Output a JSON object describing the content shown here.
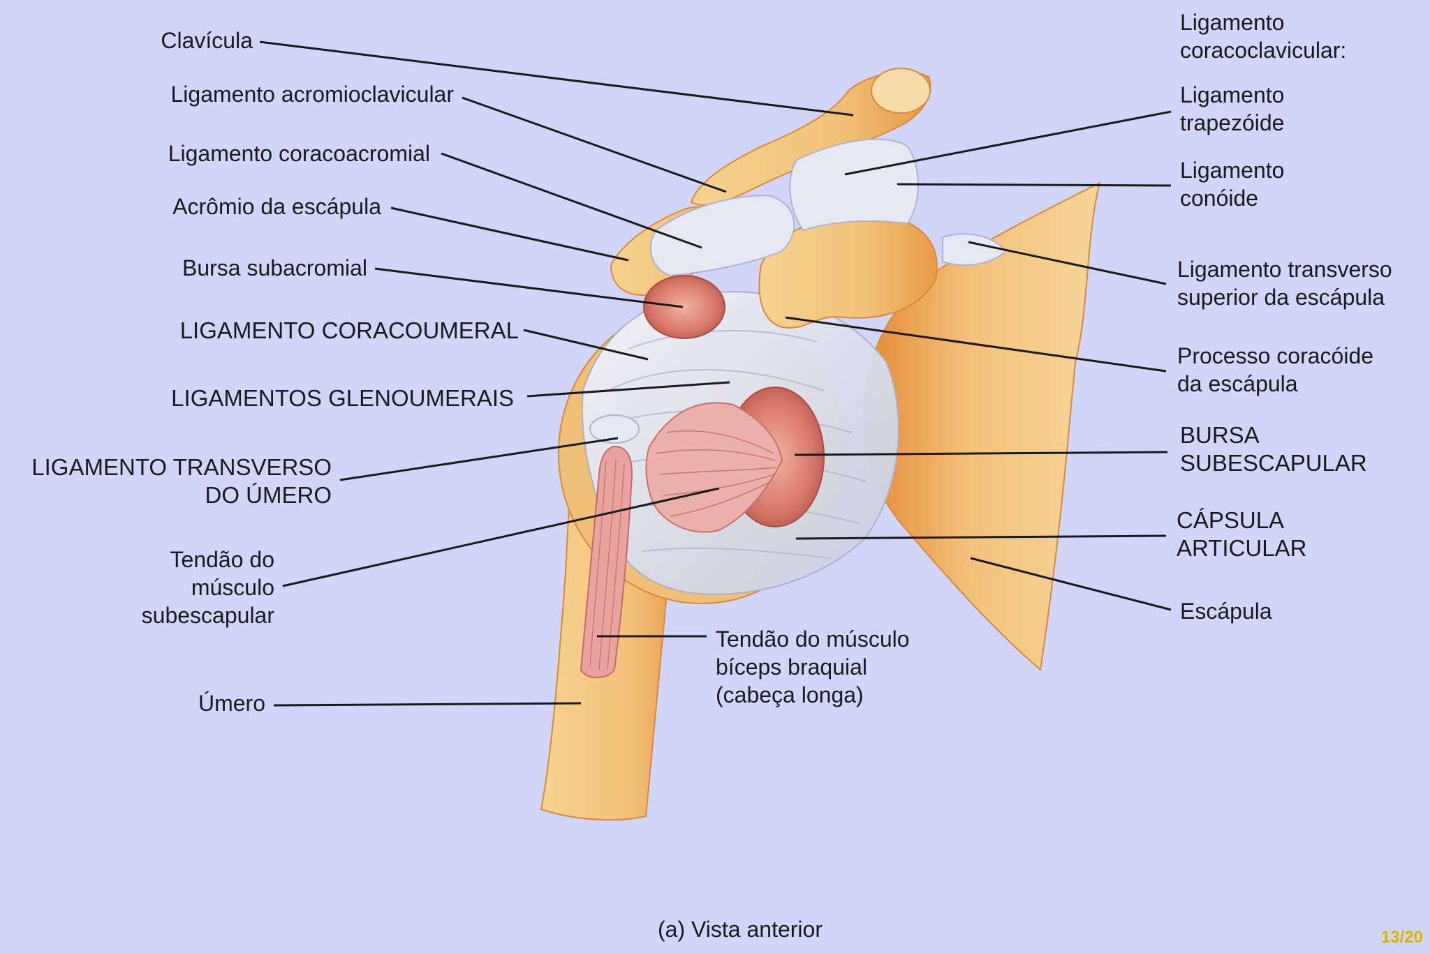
{
  "labels": {
    "clavicula": "Clavícula",
    "lig_acromioclavicular": "Ligamento acromioclavicular",
    "lig_coracoacromial": "Ligamento coracoacromial",
    "acromio": "Acrômio da escápula",
    "bursa_subacromial": "Bursa subacromial",
    "lig_coracoumeral": "LIGAMENTO CORACOUMERAL",
    "lig_glenoumerais": "LIGAMENTOS GLENOUMERAIS",
    "lig_transverso_umero": [
      "LIGAMENTO TRANSVERSO",
      "DO ÚMERO"
    ],
    "tendao_subescapular": [
      "Tendão do",
      "músculo",
      "subescapular"
    ],
    "umero": "Úmero",
    "tendao_biceps": [
      "Tendão do músculo",
      "bíceps braquial",
      "(cabeça longa)"
    ],
    "lig_coracoclavicular": [
      "Ligamento",
      "coracoclavicular:"
    ],
    "lig_trapezoide": [
      "Ligamento",
      "trapezóide"
    ],
    "lig_conoide": [
      "Ligamento",
      "conóide"
    ],
    "lig_transverso_superior": [
      "Ligamento transverso",
      "superior da escápula"
    ],
    "processo_coracoide": [
      "Processo coracóide",
      "da escápula"
    ],
    "bursa_subescapular": [
      "BURSA",
      "SUBESCAPULAR"
    ],
    "capsula_articular": [
      "CÁPSULA",
      "ARTICULAR"
    ],
    "escapula": "Escápula"
  },
  "caption": "(a) Vista anterior",
  "page_number": "13/20",
  "colors": {
    "background": "#d1d5f7",
    "bone": "#f2c27a",
    "bone_shade": "#e79a45",
    "ligament": "#e4e8f4",
    "bursa": "#d9786c",
    "tendon": "#e9a3a0"
  }
}
